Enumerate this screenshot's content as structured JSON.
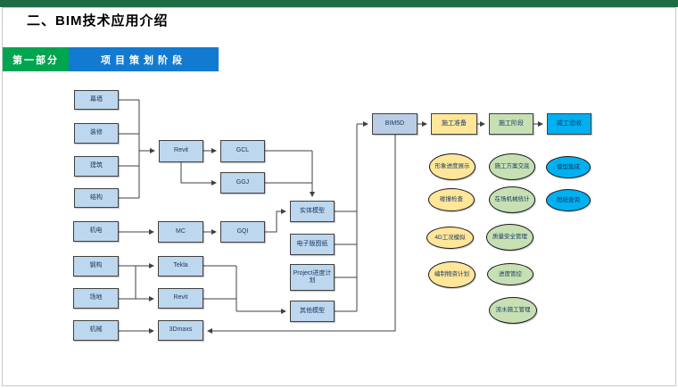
{
  "slide": {
    "title": "二、BIM技术应用介绍",
    "banner": {
      "part": "第一部分",
      "stage": "项目策划阶段"
    }
  },
  "colors": {
    "top_bar": "#1f6b43",
    "banner_green": "#00a550",
    "banner_blue": "#137ad1",
    "node_blue": "#bdd7ee",
    "node_grayblue": "#b9cde5",
    "node_yellow": "#ffe699",
    "node_green": "#c6e0b4",
    "node_cyan": "#00b0f0"
  },
  "flowchart": {
    "disciplines": {
      "curtain_wall": "幕墙",
      "decoration": "装修",
      "architecture": "建筑",
      "structure": "结构",
      "mep": "机电",
      "steel": "钢构",
      "site": "场地",
      "machinery": "机械"
    },
    "software": {
      "revit1": "Revit",
      "gcl": "GCL",
      "ggj": "GGJ",
      "mc": "MC",
      "gqi": "GQI",
      "tekla": "Tekla",
      "revit2": "Revit",
      "max": "3Dmaxs"
    },
    "outputs": {
      "solid_model": "实体模型",
      "e_drawings": "电子版图纸",
      "project_plan": "Project进度计划",
      "other_models": "其他模型"
    },
    "stages": {
      "bim5d": "BIM5D",
      "prep": "施工准备",
      "construction": "施工阶段",
      "completion": "竣工验收"
    },
    "applications": [
      {
        "label": "形象进度展示",
        "color": "yellow"
      },
      {
        "label": "施工方案交底",
        "color": "green"
      },
      {
        "label": "模型集成",
        "color": "cyan"
      },
      {
        "label": "碰撞检查",
        "color": "yellow"
      },
      {
        "label": "在场机械统计",
        "color": "green"
      },
      {
        "label": "图纸查询",
        "color": "cyan"
      },
      {
        "label": "4D工况模拟",
        "color": "yellow"
      },
      {
        "label": "质量安全管理",
        "color": "green"
      },
      {
        "label": "编制物资计划",
        "color": "yellow"
      },
      {
        "label": "进度管控",
        "color": "green"
      },
      {
        "label": "流水施工管理",
        "color": "green"
      }
    ]
  }
}
